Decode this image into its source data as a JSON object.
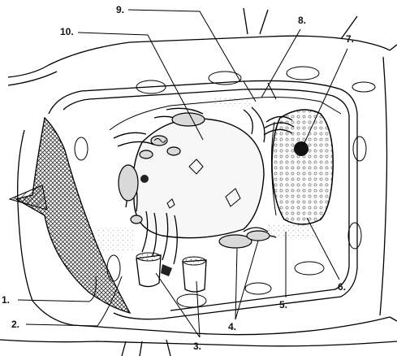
{
  "labels": {
    "l1": "1.",
    "l2": "2.",
    "l3": "3.",
    "l4": "4.",
    "l5": "5.",
    "l6": "6.",
    "l7": "7.",
    "l8": "8.",
    "l9": "9.",
    "l10": "10."
  }
}
